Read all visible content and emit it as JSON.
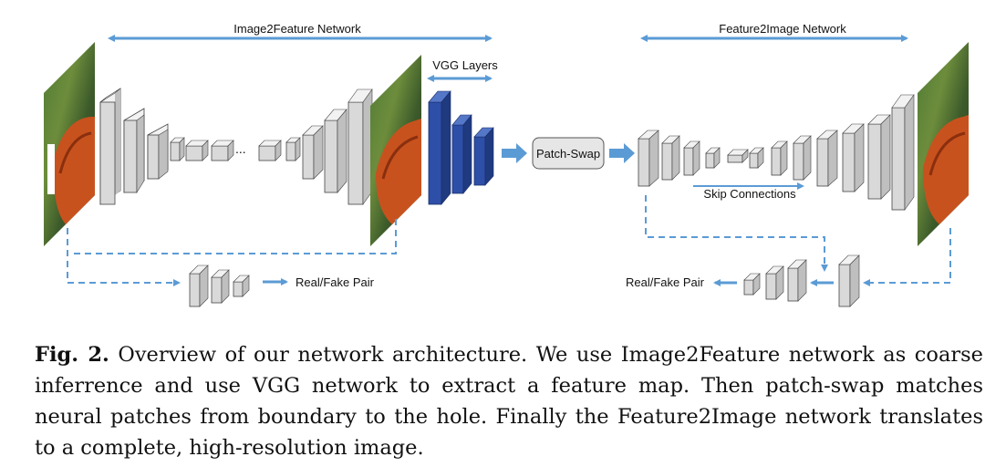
{
  "labels": {
    "image2feature": "Image2Feature Network",
    "vgg": "VGG Layers",
    "patch_swap": "Patch-Swap",
    "feature2image": "Feature2Image Network",
    "skip": "Skip Connections",
    "real_fake_left": "Real/Fake Pair",
    "real_fake_right": "Real/Fake Pair",
    "ellipsis": "..."
  },
  "caption": {
    "label": "Fig. 2.",
    "text": "Overview of our network architecture. We use Image2Feature network as coarse inferrence and use VGG network to extract a feature map. Then patch-swap matches neural patches from boundary to the hole. Finally the Feature2Image network translates to a complete, high-resolution image."
  },
  "colors": {
    "arrow": "#5b9bd5",
    "layer_fill": "#d9d9d9",
    "vgg_fill": "#2e4fa8",
    "patch_fill": "#e6e6e6"
  }
}
